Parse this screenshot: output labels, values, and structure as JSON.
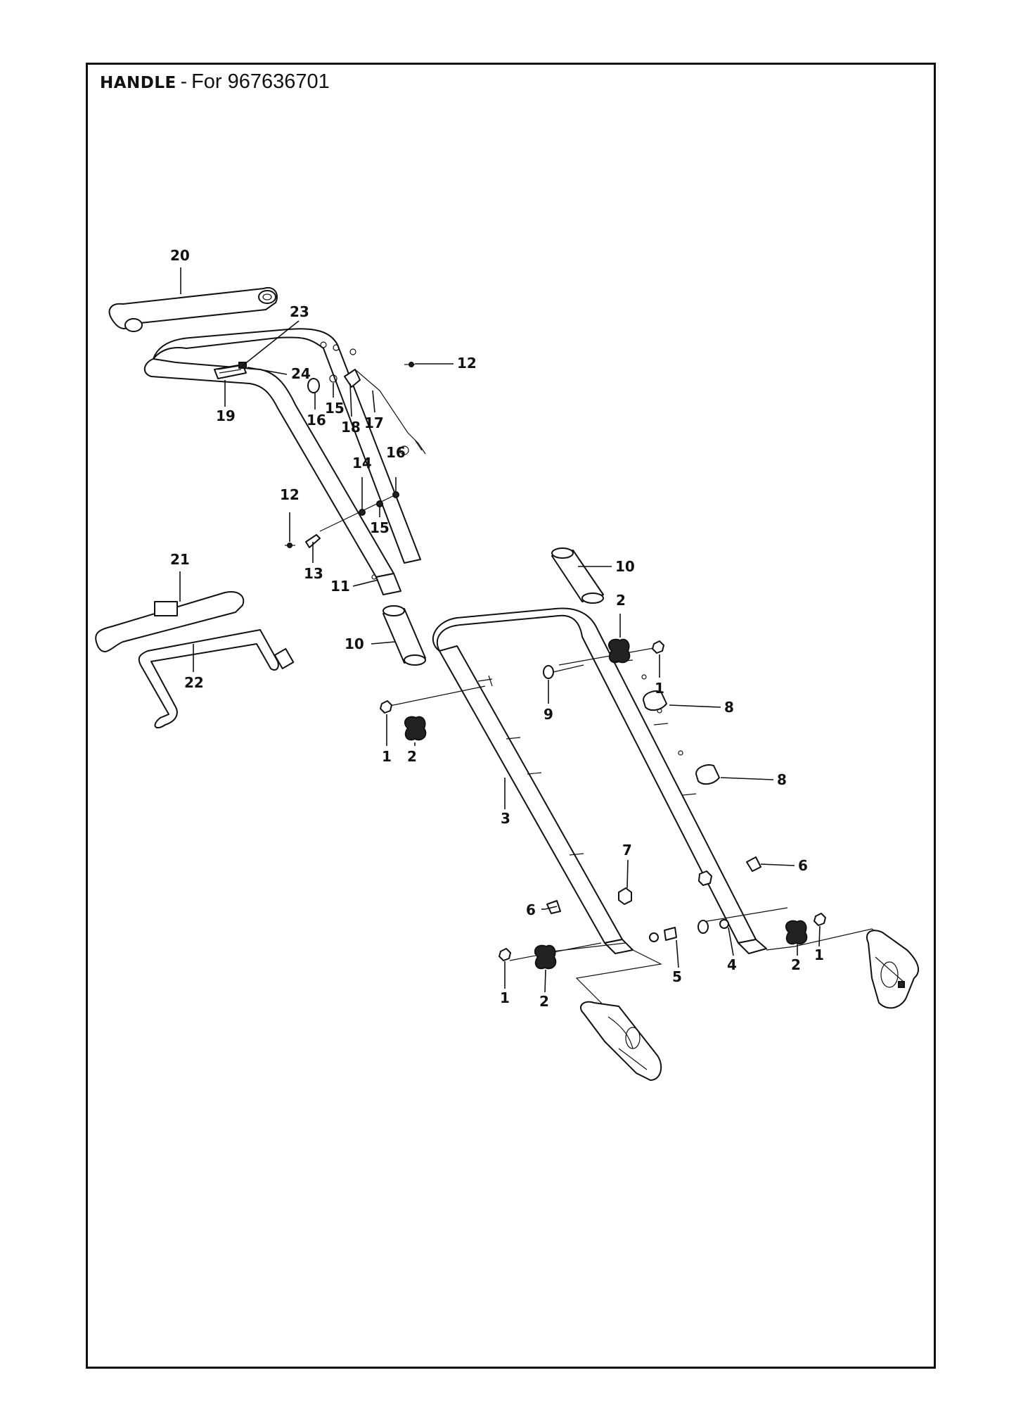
{
  "header": {
    "title": "HANDLE",
    "separator": "-",
    "model": "For 967636701"
  },
  "callouts": [
    {
      "id": "c20",
      "text": "20"
    },
    {
      "id": "c23",
      "text": "23"
    },
    {
      "id": "c24",
      "text": "24"
    },
    {
      "id": "c12a",
      "text": "12"
    },
    {
      "id": "c19",
      "text": "19"
    },
    {
      "id": "c16a",
      "text": "16"
    },
    {
      "id": "c15a",
      "text": "15"
    },
    {
      "id": "c18",
      "text": "18"
    },
    {
      "id": "c17",
      "text": "17"
    },
    {
      "id": "c16b",
      "text": "16"
    },
    {
      "id": "c14",
      "text": "14"
    },
    {
      "id": "c12b",
      "text": "12"
    },
    {
      "id": "c15b",
      "text": "15"
    },
    {
      "id": "c13",
      "text": "13"
    },
    {
      "id": "c10a",
      "text": "10"
    },
    {
      "id": "c21",
      "text": "21"
    },
    {
      "id": "c11",
      "text": "11"
    },
    {
      "id": "c2a",
      "text": "2"
    },
    {
      "id": "c10b",
      "text": "10"
    },
    {
      "id": "c22",
      "text": "22"
    },
    {
      "id": "c1a",
      "text": "1"
    },
    {
      "id": "c9",
      "text": "9"
    },
    {
      "id": "c8a",
      "text": "8"
    },
    {
      "id": "c1b",
      "text": "1"
    },
    {
      "id": "c2b",
      "text": "2"
    },
    {
      "id": "c8b",
      "text": "8"
    },
    {
      "id": "c3",
      "text": "3"
    },
    {
      "id": "c7",
      "text": "7"
    },
    {
      "id": "c6a",
      "text": "6"
    },
    {
      "id": "c6b",
      "text": "6"
    },
    {
      "id": "c5",
      "text": "5"
    },
    {
      "id": "c4",
      "text": "4"
    },
    {
      "id": "c2c",
      "text": "2"
    },
    {
      "id": "c1c",
      "text": "1"
    },
    {
      "id": "c1d",
      "text": "1"
    },
    {
      "id": "c2d",
      "text": "2"
    }
  ]
}
